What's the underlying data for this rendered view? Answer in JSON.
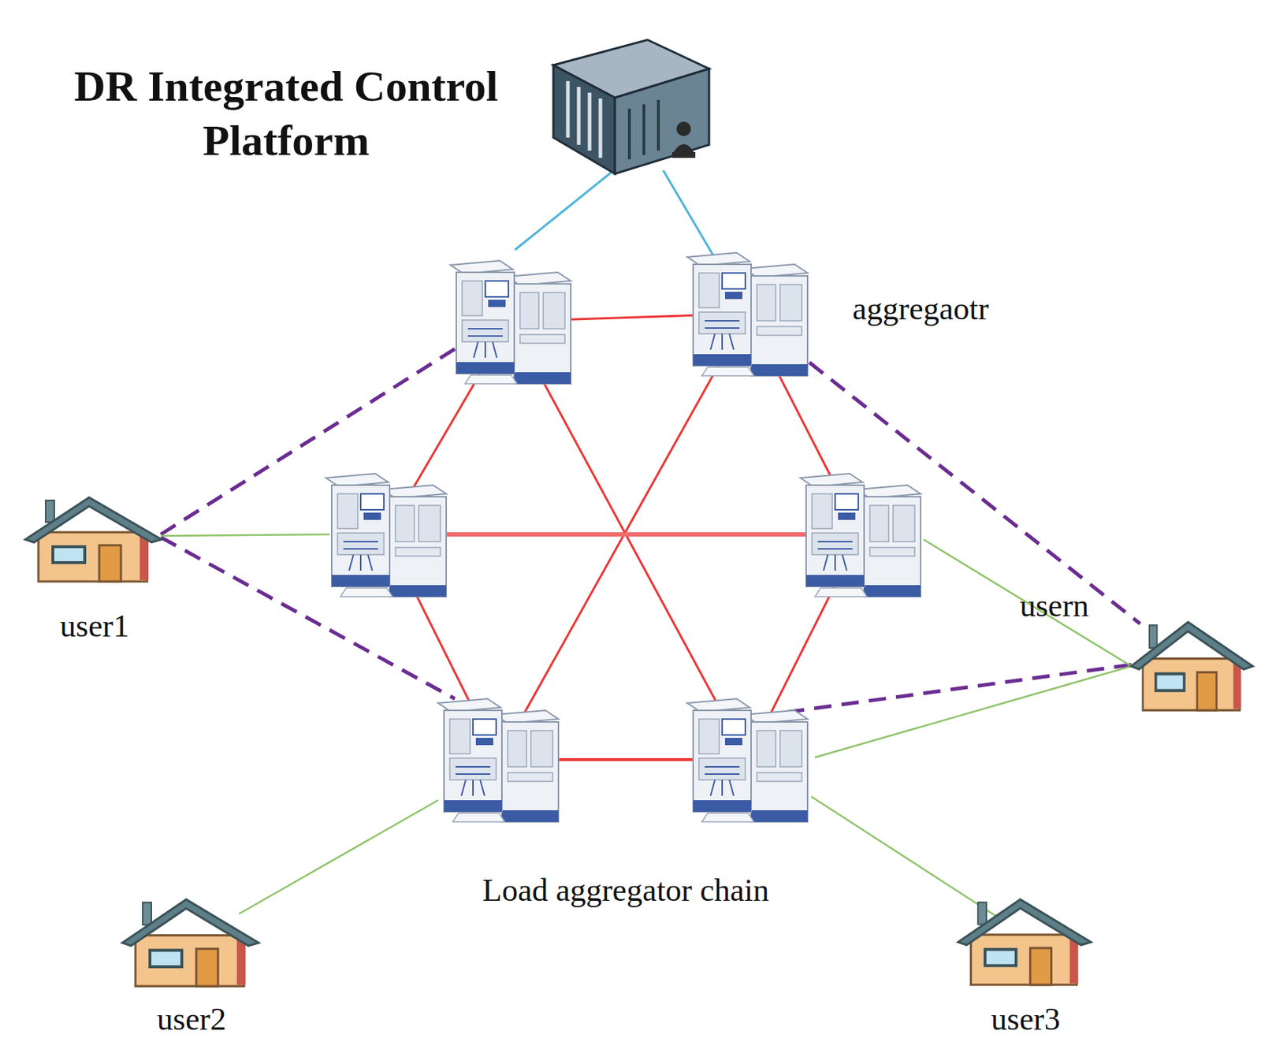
{
  "diagram": {
    "nodes": [
      {
        "text": [
          "DR Integrated Control Platform"
        ]
      },
      {
        "text": [
          "aggregaotr"
        ]
      },
      {
        "text": [
          "user1"
        ]
      },
      {
        "text": [
          "usern"
        ]
      },
      {
        "text": [
          "user2"
        ]
      },
      {
        "text": [
          "user3"
        ]
      }
    ],
    "edges": [
      {
        "from": 0,
        "to": 1,
        "arrow": "none"
      },
      {
        "from": 1,
        "to": 3,
        "arrow": "none"
      }
    ],
    "labels": [
      "Load aggregator chain"
    ]
  }
}
